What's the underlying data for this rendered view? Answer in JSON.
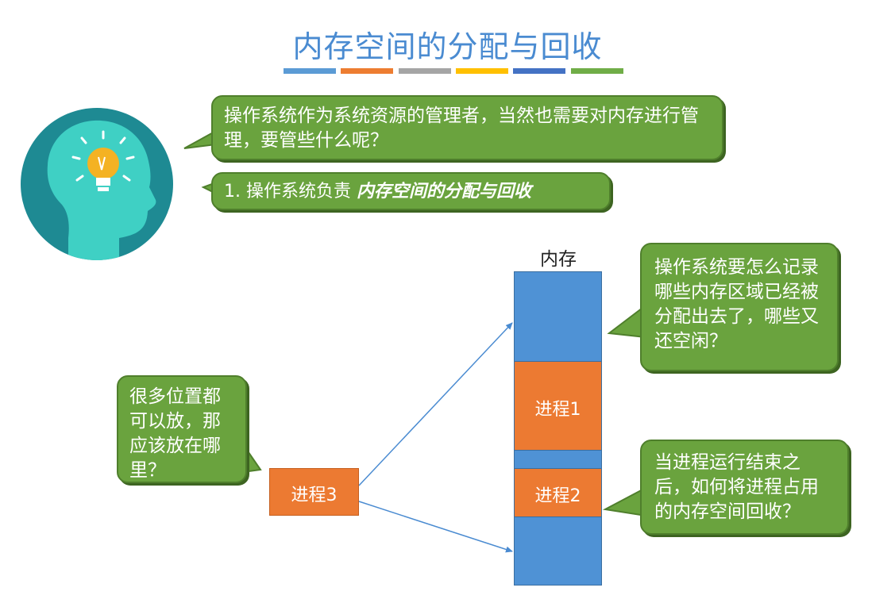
{
  "title": "内存空间的分配与回收",
  "colors": {
    "title": "#4a8bd1",
    "bubble_green": "#6aa33e",
    "memory_blue": "#4a8bd1",
    "process_orange": "#ec7a32",
    "arrow_blue": "#4a8bd1",
    "bars": [
      "#5b9bd5",
      "#ed7d31",
      "#a5a5a5",
      "#ffc000",
      "#4472c4",
      "#70ad47"
    ]
  },
  "bubbles": {
    "question": "操作系统作为系统资源的管理者，当然也需要对内存进行管理，要管些什么呢？",
    "point_prefix": "1. 操作系统负责 ",
    "point_emphasis": "内存空间的分配与回收",
    "record_question": "操作系统要怎么记录哪些内存区域已经被分配出去了，哪些又还空闲？",
    "place_question": "很多位置都可以放，那应该放在哪里？",
    "reclaim_question": "当进程运行结束之后，如何将进程占用的内存空间回收？"
  },
  "memory": {
    "label": "内存",
    "process1": "进程1",
    "process2": "进程2"
  },
  "process3": "进程3"
}
